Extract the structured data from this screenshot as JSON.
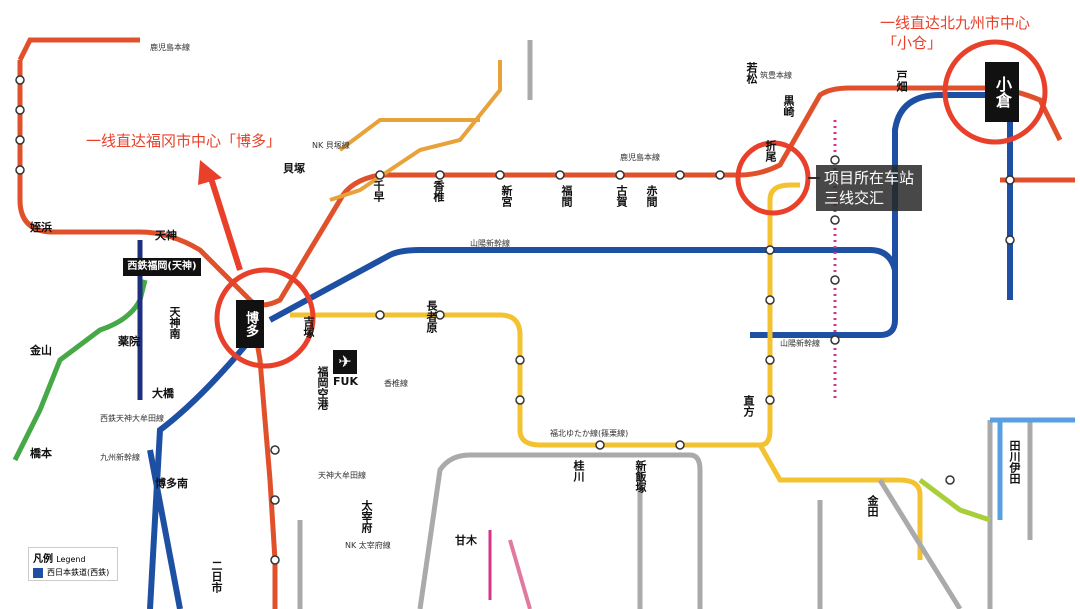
{
  "callouts": {
    "hakata": "一线直达福冈市中心「博多」",
    "kokura_line1": "一线直达北九州市中心",
    "kokura_line2": "「小仓」",
    "project_line1": "项目所在车站",
    "project_line2": "三线交汇"
  },
  "hubs": {
    "hakata": "博多",
    "kokura": "小倉",
    "tenjin": "西鉄福岡(天神)"
  },
  "stations_vertical": [
    {
      "id": "kashii",
      "label": "香椎"
    },
    {
      "id": "chihaya",
      "label": "千早"
    },
    {
      "id": "koga",
      "label": "古賀"
    },
    {
      "id": "orio",
      "label": "折尾"
    },
    {
      "id": "akama",
      "label": "赤間"
    },
    {
      "id": "nogata",
      "label": "直方"
    },
    {
      "id": "iizuka",
      "label": "新飯塚"
    },
    {
      "id": "katsura",
      "label": "桂川"
    },
    {
      "id": "nagao",
      "label": "長者原"
    },
    {
      "id": "kokura_e",
      "label": "戸畑"
    },
    {
      "id": "kurosaki",
      "label": "黒崎"
    },
    {
      "id": "wakamatsu",
      "label": "若松"
    },
    {
      "id": "futsukaichi",
      "label": "二日市"
    },
    {
      "id": "dazaifu",
      "label": "太宰府"
    },
    {
      "id": "yoshizuka",
      "label": "吉塚"
    },
    {
      "id": "fukuokakuko",
      "label": "福岡空港"
    },
    {
      "id": "kinda",
      "label": "金田"
    },
    {
      "id": "tagawa",
      "label": "田川伊田"
    },
    {
      "id": "shingu",
      "label": "新宮"
    },
    {
      "id": "fukuma",
      "label": "福間"
    }
  ],
  "stations_horizontal": [
    {
      "id": "kaizuka",
      "label": "貝塚"
    },
    {
      "id": "meinohama",
      "label": "姪浜"
    },
    {
      "id": "tenjin",
      "label": "天神"
    },
    {
      "id": "yakuin",
      "label": "薬院"
    },
    {
      "id": "tenjinminami",
      "label": "天神南"
    },
    {
      "id": "ohashi",
      "label": "大橋"
    },
    {
      "id": "amagi",
      "label": "甘木"
    },
    {
      "id": "kanasaki",
      "label": "金山"
    },
    {
      "id": "hashimoto",
      "label": "橋本"
    },
    {
      "id": "hakatam",
      "label": "博多南"
    }
  ],
  "airport": {
    "code": "FUK",
    "icon": "airplane-icon"
  },
  "legend": {
    "title": "凡例",
    "title_en": "Legend",
    "item1": "西日本鉄道(西鉄)"
  },
  "line_tags": {
    "kagoshima": "鹿児島本線",
    "sanyo": "山陽新幹線",
    "kyushu": "九州新幹線",
    "fukuhoku": "福北ゆたか線(篠栗線)",
    "chikuho": "筑豊本線",
    "kashii_line": "香椎線",
    "nk": "NK 貝塚線",
    "nishitetsu": "西鉄天神大牟田線",
    "dazaifu_line": "NK 太宰府線",
    "tenjin_omuta": "天神大牟田線"
  },
  "colors": {
    "kagoshima": "#e0502a",
    "sanyo": "#1d4fa3",
    "chikuho": "#f2c230",
    "fukuhoku": "#f2c230",
    "kashii": "#e8a23a",
    "nishitetsu": "#aaaaaa",
    "chikuhodenki": "#d6348a",
    "subway_green": "#47a847",
    "monorail": "#5aa0e0",
    "callout_red": "#e8402a"
  }
}
